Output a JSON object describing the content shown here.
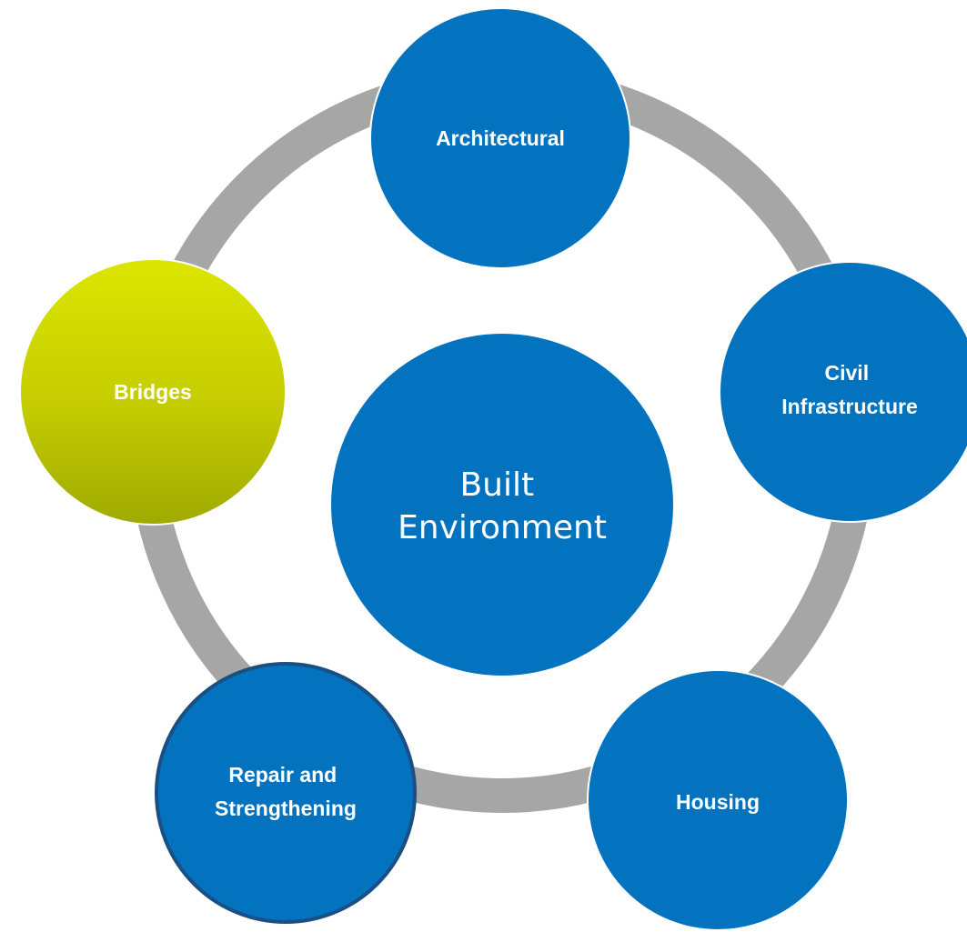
{
  "diagram": {
    "center": {
      "lines": [
        "Built",
        "Environment"
      ],
      "color": "#0373BF",
      "text_color": "#FFFFFF"
    },
    "nodes": [
      {
        "id": "architectural",
        "lines": [
          "Architectural"
        ],
        "color": "#0373BF",
        "text_color": "#FFFFFF"
      },
      {
        "id": "civil-infrastructure",
        "lines": [
          "Civil",
          "Infrastructure"
        ],
        "color": "#0373BF",
        "text_color": "#FFFFFF"
      },
      {
        "id": "housing",
        "lines": [
          "Housing"
        ],
        "color": "#0373BF",
        "text_color": "#FFFFFF"
      },
      {
        "id": "repair-strengthening",
        "lines": [
          "Repair and",
          "Strengthening"
        ],
        "color": "#0373BF",
        "text_color": "#FFFFFF",
        "outlined": true
      },
      {
        "id": "bridges",
        "lines": [
          "Bridges"
        ],
        "color": "#C8D600",
        "text_color": "#FFFFFF",
        "highlighted": true
      }
    ],
    "ring_color": "#A6A6A6"
  }
}
